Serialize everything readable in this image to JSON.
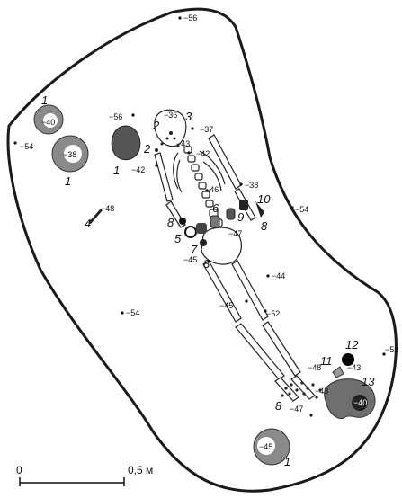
{
  "depths": {
    "d_top": "−56",
    "d_left": "−54",
    "d_pit1": "−40",
    "d_pit2": "−38",
    "d_48": "−48",
    "d_56b": "−56",
    "d_36": "−36",
    "d_37": "−37",
    "d_43a": "−43",
    "d_42a": "−42",
    "d_42b": "−42",
    "d_46": "−46",
    "d_38": "−38",
    "d_54r": "−54",
    "d_47": "−47",
    "d_45a": "−45",
    "d_44": "−44",
    "d_45b": "−45",
    "d_52a": "−52",
    "d_54lb": "−54",
    "d_52r": "−52",
    "d_48b": "−48",
    "d_43b": "−43",
    "d_43c": "−43",
    "d_47b": "−47",
    "d_40b": "−40",
    "d_45c": "−45"
  },
  "labels": {
    "n1a": "1",
    "n1b": "1",
    "n1c": "1",
    "n1d": "1",
    "n2a": "2",
    "n2b": "2",
    "n3": "3",
    "n4": "4",
    "n5": "5",
    "n6": "6",
    "n7": "7",
    "n8a": "8",
    "n8b": "8",
    "n8c": "8",
    "n8d": "8",
    "n9": "9",
    "n10": "10",
    "n11": "11",
    "n12": "12",
    "n13": "13"
  },
  "scale": {
    "zero": "0",
    "half": "0,5 м"
  },
  "colors": {
    "outline": "#1a1a1a",
    "gray": "#8a8a8a",
    "dark": "#333333",
    "black": "#000000"
  }
}
